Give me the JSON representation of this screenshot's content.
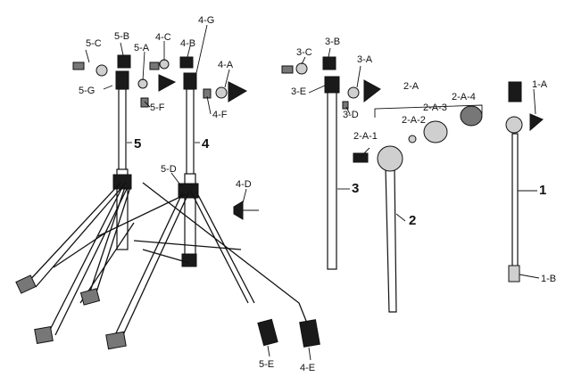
{
  "labels": {
    "l5C": "5-C",
    "l5B": "5-B",
    "l5A": "5-A",
    "l4C": "4-C",
    "l4B": "4-B",
    "l4G": "4-G",
    "l4A": "4-A",
    "l5G": "5-G",
    "l5F": "5-F",
    "l4F": "4-F",
    "l5": "5",
    "l4": "4",
    "l5D": "5-D",
    "l4D": "4-D",
    "l5E": "5-E",
    "l4E": "4-E",
    "l3C": "3-C",
    "l3B": "3-B",
    "l3A": "3-A",
    "l3E": "3-E",
    "l3D": "3-D",
    "l3": "3",
    "l2A": "2-A",
    "l2A4": "2-A-4",
    "l2A3": "2-A-3",
    "l2A2": "2-A-2",
    "l2A1": "2-A-1",
    "l2": "2",
    "l1A": "1-A",
    "l1": "1",
    "l1B": "1-B"
  }
}
